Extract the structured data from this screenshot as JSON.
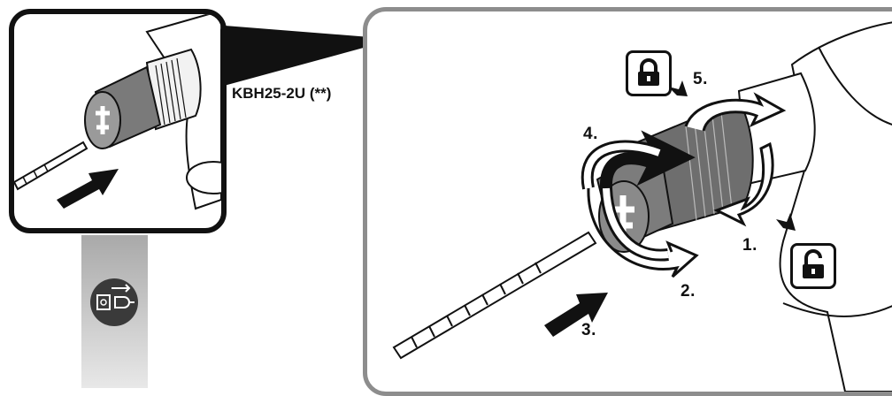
{
  "model_label": "KBH25-2U (**)",
  "steps": {
    "s1": "1.",
    "s2": "2.",
    "s3": "3.",
    "s4": "4.",
    "s5": "5."
  },
  "icons": {
    "lock": "lock-icon",
    "unlock": "unlock-icon",
    "unplug": "unplug-icon"
  },
  "colors": {
    "outline": "#111111",
    "panel_border": "#8d8d8d",
    "strip_top": "#a9a9a9",
    "strip_bottom": "#e8e8e8"
  }
}
